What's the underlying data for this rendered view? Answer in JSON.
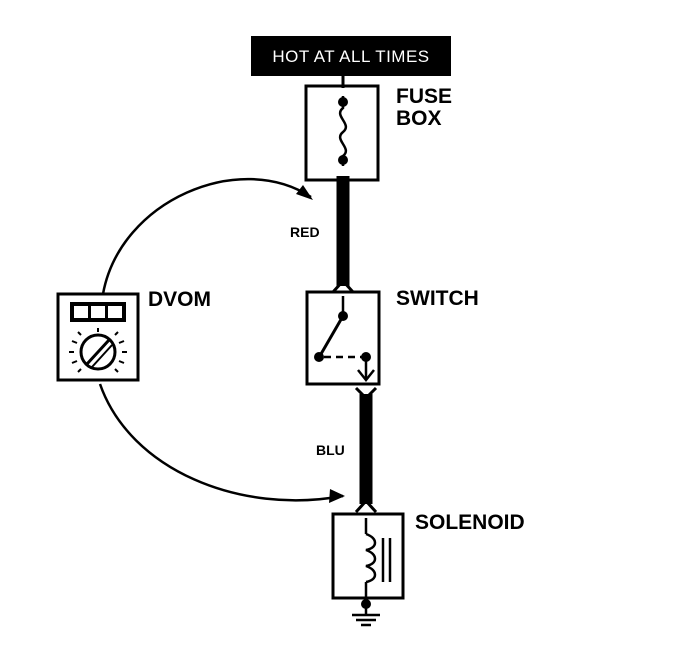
{
  "banner": {
    "text": "HOT AT ALL TIMES"
  },
  "fuse_box": {
    "line1": "FUSE",
    "line2": "BOX"
  },
  "switch": {
    "label": "SWITCH"
  },
  "solenoid": {
    "label": "SOLENOID"
  },
  "meter": {
    "label": "DVOM"
  },
  "wires": {
    "upper": "RED",
    "lower": "BLU"
  },
  "colors": {
    "ink": "#000000",
    "paper": "#ffffff"
  }
}
